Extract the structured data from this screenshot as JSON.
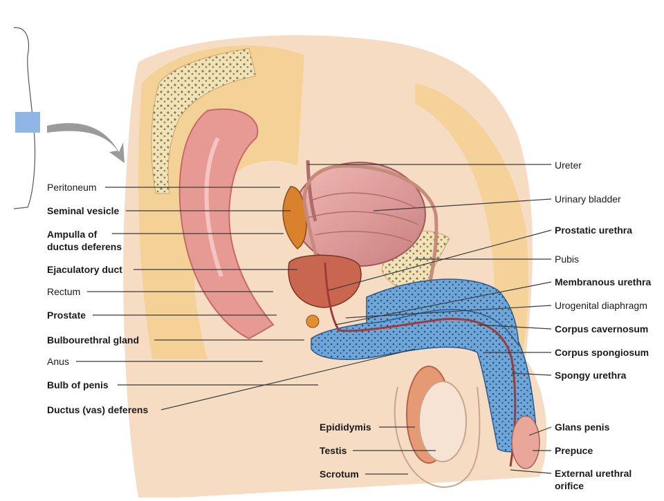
{
  "labels_left": [
    {
      "text": "Peritoneum",
      "bold": false
    },
    {
      "text": "Seminal vesicle",
      "bold": true
    },
    {
      "text": "Ampulla of",
      "bold": true
    },
    {
      "text": "ductus deferens",
      "bold": true
    },
    {
      "text": "Ejaculatory duct",
      "bold": true
    },
    {
      "text": "Rectum",
      "bold": false
    },
    {
      "text": "Prostate",
      "bold": true
    },
    {
      "text": "Bulbourethral gland",
      "bold": true
    },
    {
      "text": "Anus",
      "bold": false
    },
    {
      "text": "Bulb of penis",
      "bold": true
    },
    {
      "text": "Ductus (vas) deferens",
      "bold": true
    }
  ],
  "labels_right": [
    {
      "text": "Ureter",
      "bold": false
    },
    {
      "text": "Urinary bladder",
      "bold": false
    },
    {
      "text": "Prostatic urethra",
      "bold": true
    },
    {
      "text": "Pubis",
      "bold": false
    },
    {
      "text": "Membranous urethra",
      "bold": true
    },
    {
      "text": "Urogenital diaphragm",
      "bold": false
    },
    {
      "text": "Corpus cavernosum",
      "bold": true
    },
    {
      "text": "Corpus spongiosum",
      "bold": true
    },
    {
      "text": "Spongy urethra",
      "bold": true
    },
    {
      "text": "Glans penis",
      "bold": true
    },
    {
      "text": "Prepuce",
      "bold": true
    },
    {
      "text": "External urethral",
      "bold": true
    },
    {
      "text": "orifice",
      "bold": true
    }
  ],
  "labels_bottom": [
    {
      "text": "Epididymis",
      "bold": true
    },
    {
      "text": "Testis",
      "bold": true
    },
    {
      "text": "Scrotum",
      "bold": true
    }
  ],
  "colors": {
    "skin": "#f7dcc4",
    "fat": "#f3d08f",
    "muscle": "#e79a93",
    "erectile": "#6fa6d6",
    "locator": "#8fb6e4",
    "arrow": "#9a9a9a",
    "leader": "#3a3a3a"
  }
}
